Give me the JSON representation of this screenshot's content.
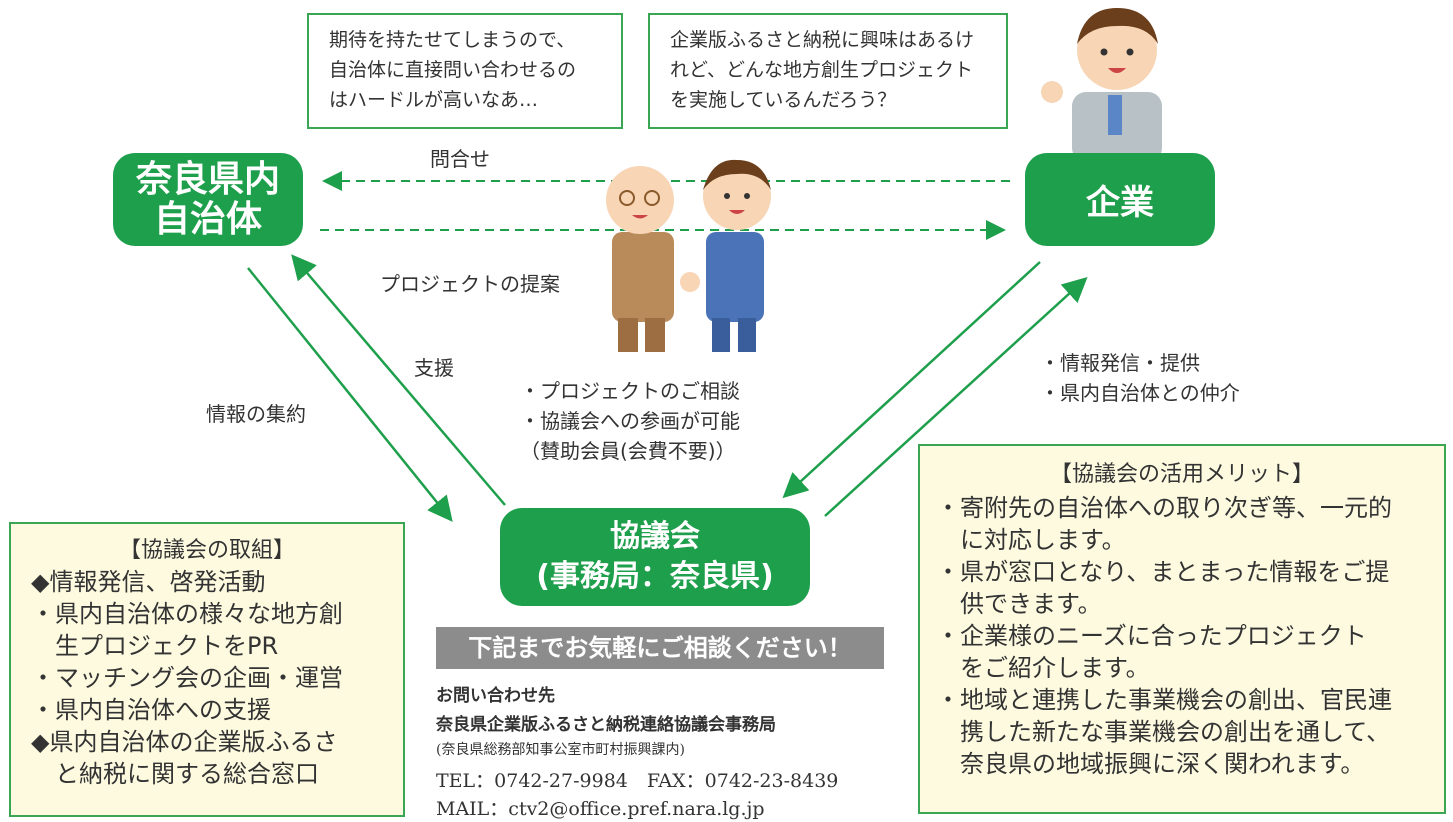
{
  "bubbles": {
    "left": [
      "期待を持たせてしまうので、",
      "自治体に直接問い合わせるの",
      "はハードルが高いなあ…"
    ],
    "right": [
      "企業版ふるさと納税に興味はあるけ",
      "れど、どんな地方創生プロジェクト",
      "を実施しているんだろう？"
    ]
  },
  "nodes": {
    "municipality": [
      "奈良県内",
      "自治体"
    ],
    "company": "企業",
    "council": [
      "協議会",
      "(事務局：奈良県)"
    ]
  },
  "edges": {
    "inquiry": "問合せ",
    "proposal": "プロジェクトの提案",
    "support": "支援",
    "aggregation": "情報の集約",
    "info_right": [
      "・情報発信・提供",
      "・県内自治体との仲介"
    ],
    "consult": [
      "・プロジェクトのご相談",
      "・協議会への参画が可能",
      "（賛助会員(会費不要)）"
    ]
  },
  "left_box": {
    "title": "【協議会の取組】",
    "lines": [
      "◆情報発信、啓発活動",
      "・県内自治体の様々な地方創",
      "　生プロジェクトをPR",
      "・マッチング会の企画・運営",
      "・県内自治体への支援",
      "◆県内自治体の企業版ふるさ",
      "　と納税に関する総合窓口"
    ]
  },
  "right_box": {
    "title": "【協議会の活用メリット】",
    "lines": [
      "・寄附先の自治体への取り次ぎ等、一元的",
      "　に対応します。",
      "・県が窓口となり、まとまった情報をご提",
      "　供できます。",
      "・企業様のニーズに合ったプロジェクト",
      "　をご紹介します。",
      "・地域と連携した事業機会の創出、官民連",
      "　携した新たな事業機会の創出を通して、",
      "　奈良県の地域振興に深く関われます。"
    ]
  },
  "contact": {
    "banner": "下記までお気軽にご相談ください！",
    "heading": "お問い合わせ先",
    "office": "奈良県企業版ふるさと納税連絡協議会事務局",
    "dept": "(奈良県総務部知事公室市町村振興課内)",
    "tel": "TEL：0742-27-9984　FAX：0742-23-8439",
    "mail": "MAIL：ctv2@office.pref.nara.lg.jp"
  },
  "colors": {
    "green": "#1e9f4b",
    "line": "#3aa552",
    "box_bg": "#fdfae0",
    "banner": "#8c8c8c"
  }
}
